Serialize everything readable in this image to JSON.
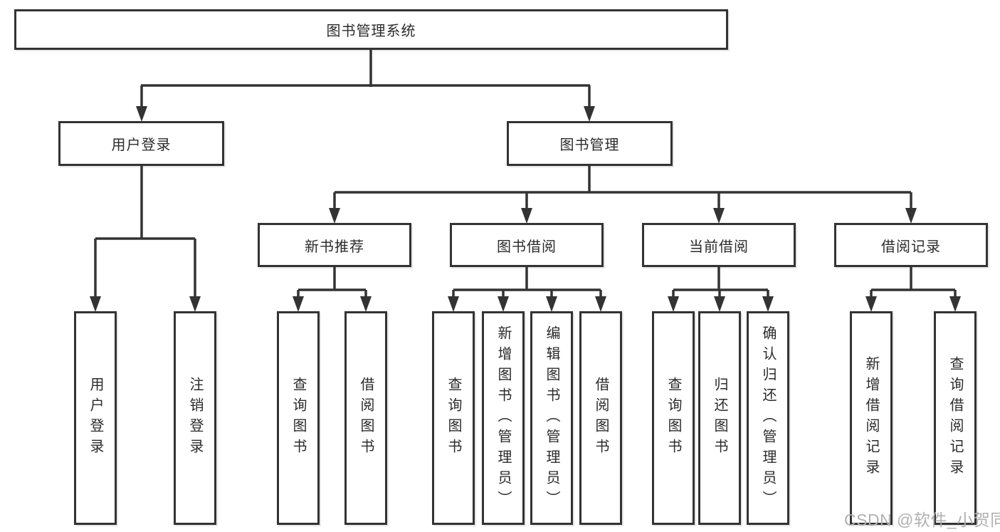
{
  "diagram": {
    "root": {
      "label": "图书管理系统"
    },
    "branches": [
      {
        "label": "用户登录",
        "children": [
          {
            "label": "用户登录"
          },
          {
            "label": "注销登录"
          }
        ]
      },
      {
        "label": "图书管理",
        "children": [
          {
            "label": "新书推荐",
            "children": [
              {
                "label": "查询图书"
              },
              {
                "label": "借阅图书"
              }
            ]
          },
          {
            "label": "图书借阅",
            "children": [
              {
                "label": "查询图书"
              },
              {
                "label": "新增图书（管理员）"
              },
              {
                "label": "编辑图书（管理员）"
              },
              {
                "label": "借阅图书"
              }
            ]
          },
          {
            "label": "当前借阅",
            "children": [
              {
                "label": "查询图书"
              },
              {
                "label": "归还图书"
              },
              {
                "label": "确认归还（管理员）"
              }
            ]
          },
          {
            "label": "借阅记录",
            "children": [
              {
                "label": "新增借阅记录"
              },
              {
                "label": "查询借阅记录"
              }
            ]
          }
        ]
      }
    ]
  },
  "watermark": {
    "text": "CSDN @软件_小贺同学"
  },
  "colors": {
    "line": "#333333",
    "text": "#2b2b2b",
    "watermark": "#b0b0b0",
    "background": "#ffffff"
  }
}
